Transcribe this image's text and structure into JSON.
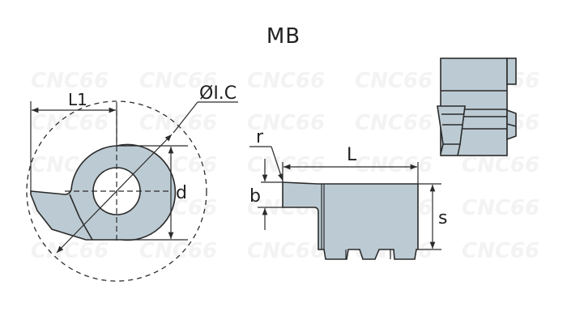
{
  "title": "MB",
  "watermark": "CNC66",
  "colors": {
    "part_fill": "#bccbd3",
    "outline": "#2b2b2b",
    "background": "#ffffff",
    "watermark": "#f3f3f3"
  },
  "views": {
    "front": {
      "labels": {
        "l1": "L1",
        "ic": "ØI.C",
        "d": "d"
      }
    },
    "side": {
      "labels": {
        "r": "r",
        "l": "L",
        "b": "b",
        "s": "s"
      }
    },
    "top": {}
  }
}
